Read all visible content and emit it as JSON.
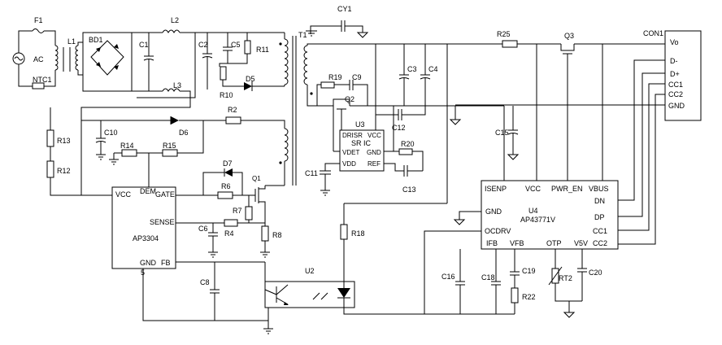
{
  "components": {
    "F1": "F1",
    "L1": "L1",
    "BD1": "BD1",
    "C1": "C1",
    "L2": "L2",
    "L3": "L3",
    "C2": "C2",
    "C5": "C5",
    "R11": "R11",
    "R10": "R10",
    "D5": "D5",
    "AC": "AC",
    "NTC1": "NTC1",
    "T1": "T1",
    "CY1": "CY1",
    "R19": "R19",
    "C9": "C9",
    "Q2": "Q2",
    "C3": "C3",
    "C4": "C4",
    "U3": "U3",
    "C12": "C12",
    "R20": "R20",
    "C13": "C13",
    "C11": "C11",
    "R25": "R25",
    "Q3": "Q3",
    "CON1": "CON1",
    "C15": "C15",
    "R13": "R13",
    "R12": "R12",
    "C10": "C10",
    "R14": "R14",
    "R15": "R15",
    "D6": "D6",
    "R2": "R2",
    "D7": "D7",
    "R6": "R6",
    "Q1": "Q1",
    "R7": "R7",
    "C6": "C6",
    "R4": "R4",
    "R8": "R8",
    "C8": "C8",
    "U2": "U2",
    "R18": "R18",
    "U4": "U4",
    "C16": "C16",
    "C18": "C18",
    "C19": "C19",
    "R22": "R22",
    "RT2": "RT2",
    "C20": "C20"
  },
  "ic_ap3304": {
    "name": "AP3304",
    "pins": {
      "vcc": "VCC",
      "dem": "DEM",
      "gate": "GATE",
      "sense": "SENSE",
      "gnd": "GND",
      "fb": "FB",
      "pin5": "5"
    }
  },
  "ic_sr": {
    "name": "SR IC",
    "pins": {
      "drisr": "DRISR",
      "vcc": "VCC",
      "vdet": "VDET",
      "gnd": "GND",
      "vdd": "VDD",
      "ref": "REF"
    }
  },
  "ic_u4": {
    "name": "AP43771V",
    "pins": {
      "isenp": "ISENP",
      "vcc": "VCC",
      "pwr_en": "PWR_EN",
      "vbus": "VBUS",
      "dn": "DN",
      "gnd": "GND",
      "dp": "DP",
      "ocdrv": "OCDRV",
      "cc1": "CC1",
      "ifb": "IFB",
      "vfb": "VFB",
      "otp": "OTP",
      "v5v": "V5V",
      "cc2": "CC2"
    }
  },
  "connector": {
    "pins": {
      "vo": "Vo",
      "dminus": "D-",
      "dplus": "D+",
      "cc1": "CC1",
      "cc2": "CC2",
      "gnd": "GND"
    }
  }
}
